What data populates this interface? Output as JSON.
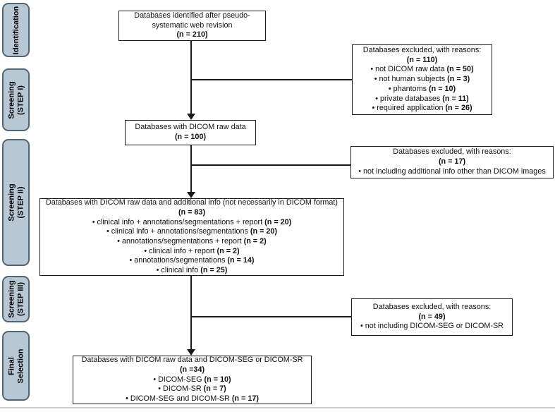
{
  "colors": {
    "stage_fill": "#b7c8d4",
    "stage_border": "#4d6678",
    "box_border": "#1a1a1a",
    "line": "#1a1a1a"
  },
  "sidebar": {
    "stages": [
      {
        "label": "Identification"
      },
      {
        "label": "Screening\n(STEP I)"
      },
      {
        "label": "Screening (STEP II)"
      },
      {
        "label": "Screening\n(STEP III)"
      },
      {
        "label": "Final Selection"
      }
    ]
  },
  "flow": {
    "boxes": {
      "identified": {
        "lines": [
          [
            {
              "t": "Databases identified after pseudo-"
            }
          ],
          [
            {
              "t": "systematic web revision"
            }
          ],
          [
            {
              "t": "(n = 210)",
              "b": true
            }
          ]
        ]
      },
      "excluded1": {
        "lines": [
          [
            {
              "t": "Databases excluded, with reasons:"
            }
          ],
          [
            {
              "t": "(n = 110)",
              "b": true
            }
          ],
          [
            {
              "t": "• not DICOM raw data "
            },
            {
              "t": "(n = 50)",
              "b": true
            }
          ],
          [
            {
              "t": "• not human subjects "
            },
            {
              "t": "(n = 3)",
              "b": true
            }
          ],
          [
            {
              "t": "• phantoms "
            },
            {
              "t": "(n = 10)",
              "b": true
            }
          ],
          [
            {
              "t": "• private databases "
            },
            {
              "t": "(n = 11)",
              "b": true
            }
          ],
          [
            {
              "t": "• required application "
            },
            {
              "t": "(n = 26)",
              "b": true
            }
          ]
        ]
      },
      "raw": {
        "lines": [
          [
            {
              "t": "Databases with DICOM raw data"
            }
          ],
          [
            {
              "t": "(n = 100)",
              "b": true
            }
          ]
        ]
      },
      "excluded2": {
        "lines": [
          [
            {
              "t": "Databases excluded, with reasons:"
            }
          ],
          [
            {
              "t": "(n = 17)",
              "b": true
            }
          ],
          [
            {
              "t": "• not including additional info other than DICOM  images"
            }
          ]
        ]
      },
      "additional": {
        "lines": [
          [
            {
              "t": "Databases with DICOM raw data and additional info (not necessarily in DICOM format)"
            }
          ],
          [
            {
              "t": "(n = 83)",
              "b": true
            }
          ],
          [
            {
              "t": "• clinical info + annotations/segmentations + report "
            },
            {
              "t": "(n = 20)",
              "b": true
            }
          ],
          [
            {
              "t": "• clinical info + annotations/segmentations "
            },
            {
              "t": "(n = 20)",
              "b": true
            }
          ],
          [
            {
              "t": "• annotations/segmentations + report "
            },
            {
              "t": "(n = 2)",
              "b": true
            }
          ],
          [
            {
              "t": "• clinical info + report "
            },
            {
              "t": "(n = 2)",
              "b": true
            }
          ],
          [
            {
              "t": "• annotations/segmentations "
            },
            {
              "t": "(n = 14)",
              "b": true
            }
          ],
          [
            {
              "t": "• clinical info "
            },
            {
              "t": "(n = 25)",
              "b": true
            }
          ]
        ]
      },
      "excluded3": {
        "lines": [
          [
            {
              "t": "Databases excluded, with reasons:"
            }
          ],
          [
            {
              "t": "(n = 49)",
              "b": true
            }
          ],
          [
            {
              "t": "• not including DICOM-SEG or DICOM-SR"
            }
          ]
        ]
      },
      "final": {
        "lines": [
          [
            {
              "t": "Databases with DICOM raw data and DICOM-SEG or DICOM-SR"
            }
          ],
          [
            {
              "t": "(n =34)",
              "b": true
            }
          ],
          [
            {
              "t": "• DICOM-SEG "
            },
            {
              "t": "(n = 10)",
              "b": true
            }
          ],
          [
            {
              "t": "• DICOM-SR "
            },
            {
              "t": "(n = 7)",
              "b": true
            }
          ],
          [
            {
              "t": "• DICOM-SEG and DICOM-SR "
            },
            {
              "t": "(n = 17)",
              "b": true
            }
          ]
        ]
      }
    }
  }
}
